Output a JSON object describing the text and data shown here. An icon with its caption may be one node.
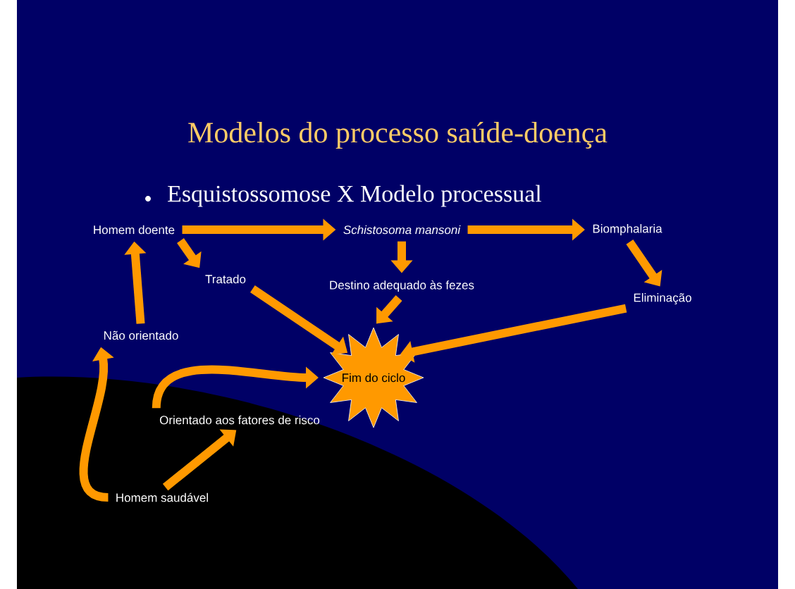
{
  "diagram": {
    "title": "Modelos do processo saúde-doença",
    "nodes": [
      {
        "text": [
          "Homem doente"
        ]
      },
      {
        "text": [
          "Schistosoma mansoni"
        ]
      },
      {
        "text": [
          "Biomphalaria"
        ]
      },
      {
        "text": [
          "Tratado"
        ]
      },
      {
        "text": [
          "Destino adequado às fezes"
        ]
      },
      {
        "text": [
          "Eliminação"
        ]
      },
      {
        "text": [
          "Não orientado"
        ]
      },
      {
        "text": [
          "Fim do ciclo"
        ]
      },
      {
        "text": [
          "Orientado aos fatores de risco"
        ]
      },
      {
        "text": [
          "Homem saudável"
        ]
      }
    ],
    "edges": [
      {
        "from": 0,
        "to": 1,
        "arrow": "to"
      },
      {
        "from": 1,
        "to": 2,
        "arrow": "to"
      },
      {
        "from": 0,
        "to": 3,
        "arrow": "to"
      },
      {
        "from": 1,
        "to": 4,
        "arrow": "to"
      },
      {
        "from": 2,
        "to": 5,
        "arrow": "to"
      },
      {
        "from": 3,
        "to": 7,
        "arrow": "to"
      },
      {
        "from": 4,
        "to": 7,
        "arrow": "to"
      },
      {
        "from": 5,
        "to": 7,
        "arrow": "to"
      },
      {
        "from": 6,
        "to": 0,
        "arrow": "to"
      },
      {
        "from": 8,
        "to": 7,
        "arrow": "to"
      },
      {
        "from": 9,
        "to": 8,
        "arrow": "to"
      },
      {
        "from": 9,
        "to": 6,
        "arrow": "to"
      }
    ],
    "labels": [
      "Esquistossomose X Modelo processual"
    ]
  }
}
